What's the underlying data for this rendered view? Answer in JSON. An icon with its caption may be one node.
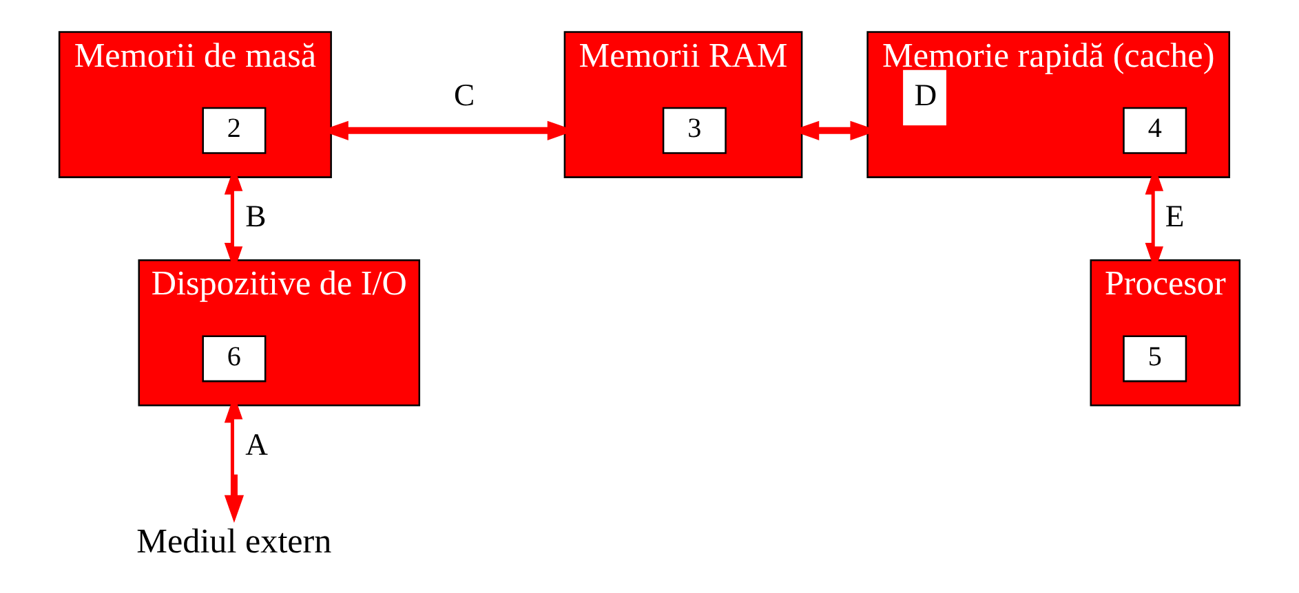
{
  "diagram": {
    "nodes": [
      {
        "text": [
          "Memorii de masă"
        ]
      },
      {
        "text": [
          "2"
        ],
        "in": 0
      },
      {
        "text": [
          "Memorii RAM"
        ]
      },
      {
        "text": [
          "3"
        ],
        "in": 2
      },
      {
        "text": [
          "Memorie rapidă (cache)"
        ]
      },
      {
        "text": [
          "4"
        ],
        "in": 4
      },
      {
        "text": [
          "Dispozitive de I/O"
        ]
      },
      {
        "text": [
          "6"
        ],
        "in": 6
      },
      {
        "text": [
          "Procesor"
        ]
      },
      {
        "text": [
          "5"
        ],
        "in": 8
      },
      {
        "text": [
          "Mediul extern"
        ]
      }
    ],
    "edges": [
      {
        "from": 0,
        "to": 2,
        "arrow": "both",
        "label": "C"
      },
      {
        "from": 2,
        "to": 4,
        "arrow": "both",
        "label": "D"
      },
      {
        "from": 0,
        "to": 6,
        "arrow": "both",
        "label": "B"
      },
      {
        "from": 4,
        "to": 8,
        "arrow": "both",
        "label": "E"
      },
      {
        "from": 6,
        "to": 10,
        "arrow": "both",
        "label": "A"
      }
    ]
  }
}
